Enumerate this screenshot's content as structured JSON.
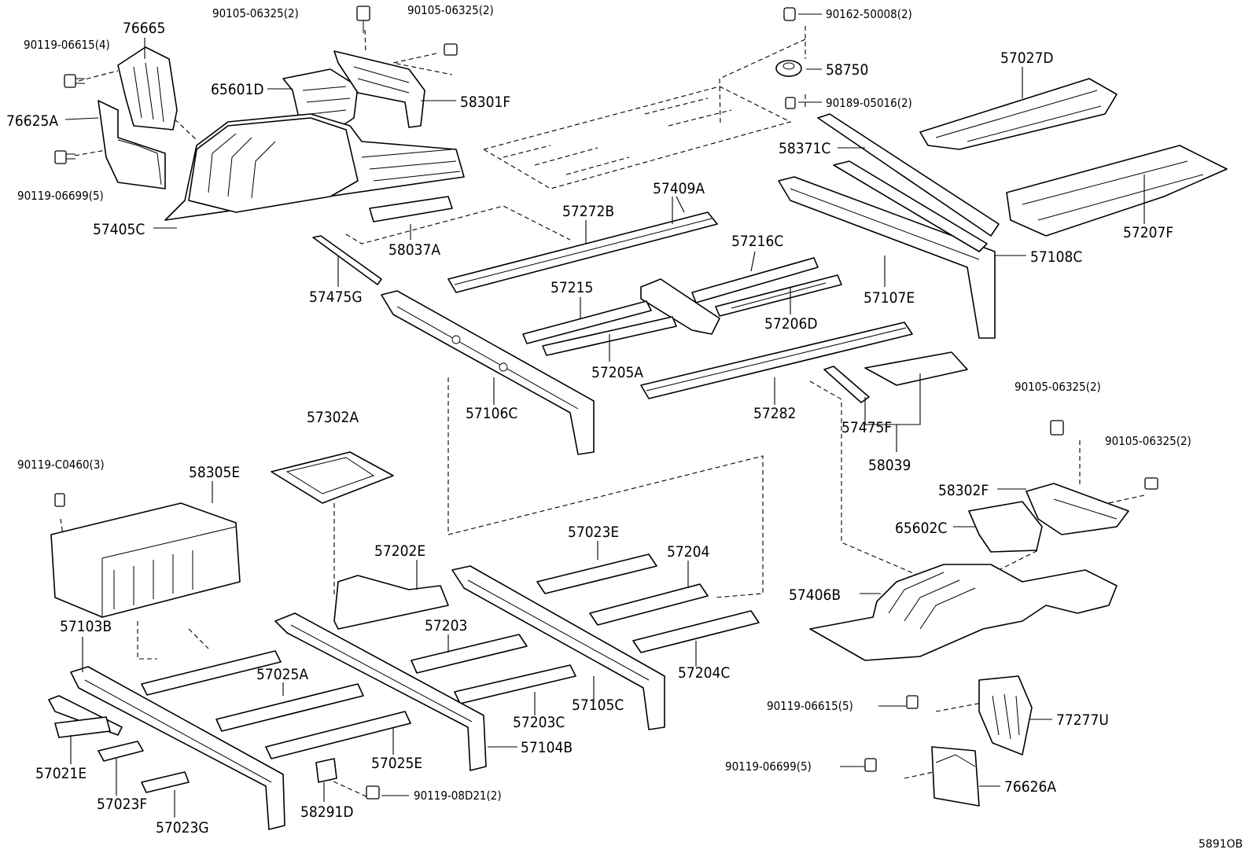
{
  "parts": {
    "p_90119_06615_4": "90119-06615(4)",
    "p_76665": "76665",
    "p_90105_06325_2a": "90105-06325(2)",
    "p_90105_06325_2b": "90105-06325(2)",
    "p_90162_50008_2": "90162-50008(2)",
    "p_58750": "58750",
    "p_90189_05016_2": "90189-05016(2)",
    "p_57027D": "57027D",
    "p_65601D": "65601D",
    "p_58301F": "58301F",
    "p_76625A": "76625A",
    "p_90119_06699_5a": "90119-06699(5)",
    "p_58371C": "58371C",
    "p_57207F": "57207F",
    "p_57405C": "57405C",
    "p_58037A": "58037A",
    "p_57272B": "57272B",
    "p_57216C": "57216C",
    "p_57409A": "57409A",
    "p_57108C": "57108C",
    "p_57475G": "57475G",
    "p_57215": "57215",
    "p_57107E": "57107E",
    "p_57206D": "57206D",
    "p_57205A": "57205A",
    "p_57106C": "57106C",
    "p_57282": "57282",
    "p_90105_06325_2c": "90105-06325(2)",
    "p_57302A": "57302A",
    "p_57475F": "57475F",
    "p_90105_06325_2d": "90105-06325(2)",
    "p_58039": "58039",
    "p_90119_C0460_3": "90119-C0460(3)",
    "p_58305E": "58305E",
    "p_58302F": "58302F",
    "p_65602C": "65602C",
    "p_57023E": "57023E",
    "p_57202E": "57202E",
    "p_57204": "57204",
    "p_57406B": "57406B",
    "p_57103B": "57103B",
    "p_57203": "57203",
    "p_57025A": "57025A",
    "p_57204C": "57204C",
    "p_90119_06615_5": "90119-06615(5)",
    "p_57203C": "57203C",
    "p_57105C": "57105C",
    "p_77277U": "77277U",
    "p_57104B": "57104B",
    "p_57021E": "57021E",
    "p_57025E": "57025E",
    "p_90119_06699_5b": "90119-06699(5)",
    "p_57023F": "57023F",
    "p_90119_08D21_2": "90119-08D21(2)",
    "p_76626A": "76626A",
    "p_57023G": "57023G",
    "p_58291D": "58291D"
  },
  "reference_code": "5891OB"
}
